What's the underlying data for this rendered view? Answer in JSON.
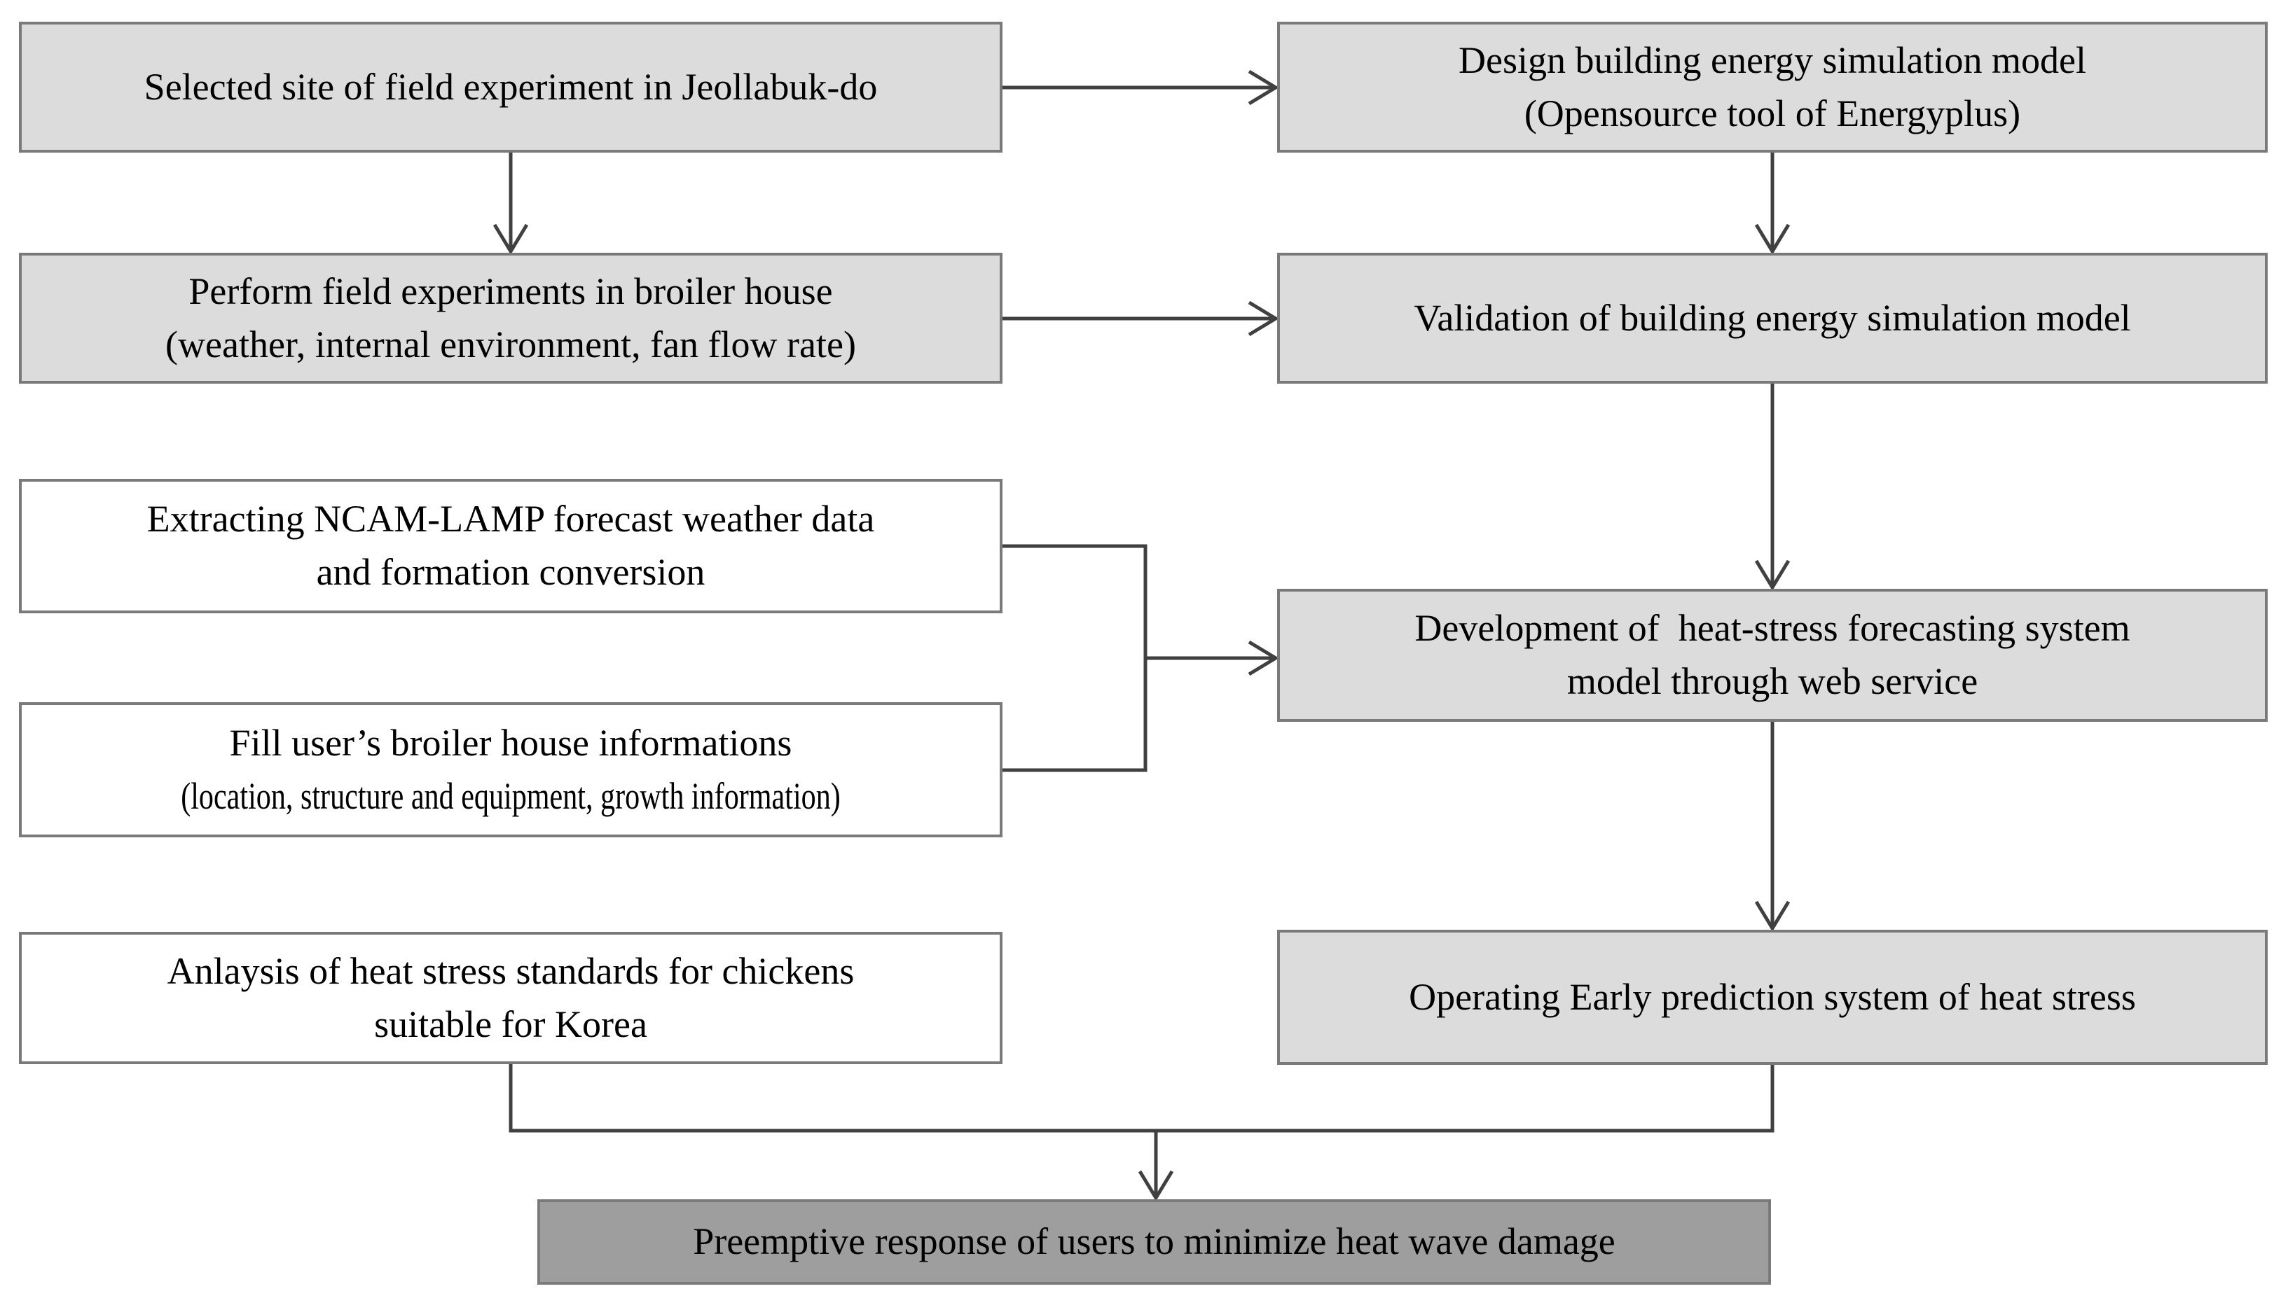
{
  "diagram": {
    "title_hint": "Heat-stress forecasting system development flowchart",
    "colors": {
      "background": "#ffffff",
      "box_fill_gray": "#dcdcdc",
      "box_fill_white": "#ffffff",
      "box_fill_dark": "#9e9e9e",
      "box_border": "#7a7a7a",
      "connector": "#404040",
      "text": "#000000"
    },
    "boxes": {
      "selected_site": {
        "lines": [
          "Selected site of field experiment in Jeollabuk-do"
        ]
      },
      "design_model": {
        "lines": [
          "Design building energy simulation model",
          "(Opensource tool of Energyplus)"
        ]
      },
      "perform_experiments": {
        "lines": [
          "Perform field experiments in broiler house",
          "(weather, internal environment, fan flow rate)"
        ]
      },
      "validation": {
        "lines": [
          "Validation of building energy simulation model"
        ]
      },
      "extract_weather": {
        "lines": [
          "Extracting NCAM-LAMP forecast weather data",
          "and formation conversion"
        ]
      },
      "fill_house_info": {
        "lines": [
          "Fill user’s broiler house informations",
          "(location, structure and equipment, growth information)"
        ]
      },
      "develop_forecast": {
        "lines": [
          "Development of  heat-stress forecasting system",
          "model through web service"
        ]
      },
      "heat_stress_analysis": {
        "lines": [
          "Anlaysis of heat stress standards for chickens",
          "suitable for Korea"
        ]
      },
      "operating_system": {
        "lines": [
          "Operating Early prediction system of heat stress"
        ]
      },
      "preemptive_response": {
        "lines": [
          "Preemptive response of users to minimize heat wave damage"
        ]
      }
    }
  }
}
